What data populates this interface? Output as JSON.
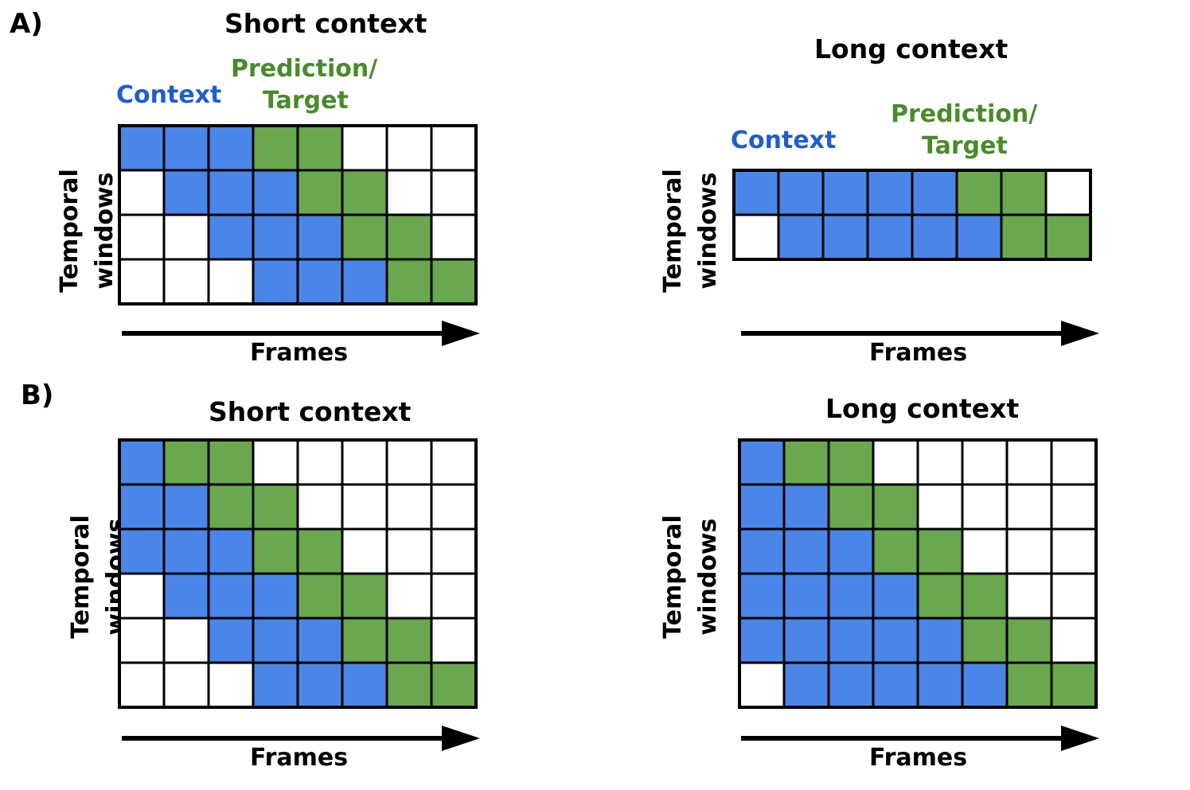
{
  "colors": {
    "context": "#4a86e8",
    "prediction": "#6aa84f",
    "empty": "#ffffff",
    "border": "#000000",
    "context_text": "#1f5ecb",
    "prediction_text": "#4a8a2a"
  },
  "panel_a": {
    "label": "A)",
    "short": {
      "title": "Short context",
      "context_label": "Context",
      "prediction_label_1": "Prediction/",
      "prediction_label_2": "Target",
      "y_label_1": "Temporal",
      "y_label_2": "windows",
      "x_label": "Frames",
      "rows": [
        "CCCPPEEE",
        "ECCCPPEE",
        "EECCCPPE",
        "EEECCCPP"
      ]
    },
    "long": {
      "title": "Long context",
      "context_label": "Context",
      "prediction_label_1": "Prediction/",
      "prediction_label_2": "Target",
      "y_label_1": "Temporal",
      "y_label_2": "windows",
      "x_label": "Frames",
      "rows": [
        "CCCCCPPE",
        "ECCCCCPP"
      ]
    }
  },
  "panel_b": {
    "label": "B)",
    "short": {
      "title": "Short context",
      "y_label_1": "Temporal",
      "y_label_2": "windows",
      "x_label": "Frames",
      "rows": [
        "CPPEEEEE",
        "CCPPEEEE",
        "CCCPPEEE",
        "ECCCPPEE",
        "EECCCPPE",
        "EEECCCPP"
      ]
    },
    "long": {
      "title": "Long context",
      "y_label_1": "Temporal",
      "y_label_2": "windows",
      "x_label": "Frames",
      "rows": [
        "CPPEEEEE",
        "CCPPEEEE",
        "CCCPPEEE",
        "CCCCPPEE",
        "CCCCCPPE",
        "ECCCCCPP"
      ]
    }
  }
}
